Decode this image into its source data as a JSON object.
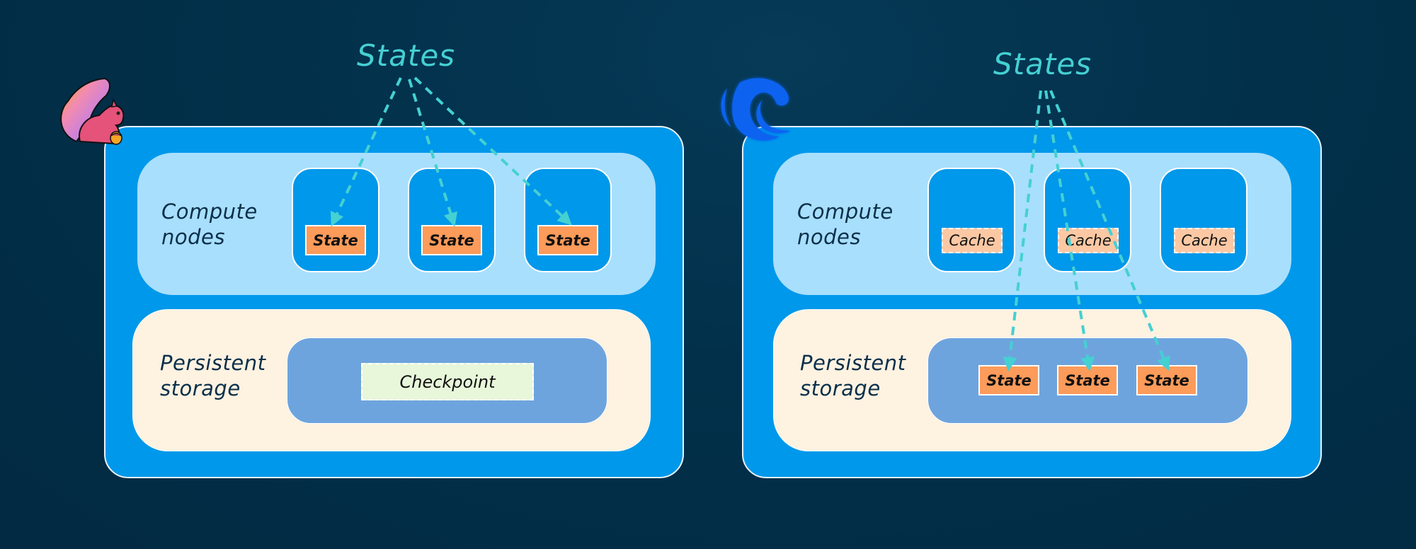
{
  "colors": {
    "background": "#02304a",
    "panel": "#0098ea",
    "compute_section": "#a8dffd",
    "storage_section": "#fef2e1",
    "storage_box": "#6ea4dd",
    "state_chip": "#fd9b5a",
    "cache_chip": "#fcc8a4",
    "checkpoint_chip": "#e8f7da",
    "arrow": "#45d0d2",
    "title": "#45d0d2"
  },
  "left": {
    "logo": "squirrel-logo",
    "title": "States",
    "compute_label": [
      "Compute",
      "nodes"
    ],
    "storage_label": [
      "Persistent",
      "storage"
    ],
    "nodes": [
      {
        "chip": "State",
        "chip_type": "state"
      },
      {
        "chip": "State",
        "chip_type": "state"
      },
      {
        "chip": "State",
        "chip_type": "state"
      }
    ],
    "storage_items": [
      {
        "label": "Checkpoint",
        "type": "checkpoint"
      }
    ]
  },
  "right": {
    "logo": "wave-logo",
    "title": "States",
    "compute_label": [
      "Compute",
      "nodes"
    ],
    "storage_label": [
      "Persistent",
      "storage"
    ],
    "nodes": [
      {
        "chip": "Cache",
        "chip_type": "cache"
      },
      {
        "chip": "Cache",
        "chip_type": "cache"
      },
      {
        "chip": "Cache",
        "chip_type": "cache"
      }
    ],
    "storage_items": [
      {
        "label": "State",
        "type": "state"
      },
      {
        "label": "State",
        "type": "state"
      },
      {
        "label": "State",
        "type": "state"
      }
    ]
  }
}
